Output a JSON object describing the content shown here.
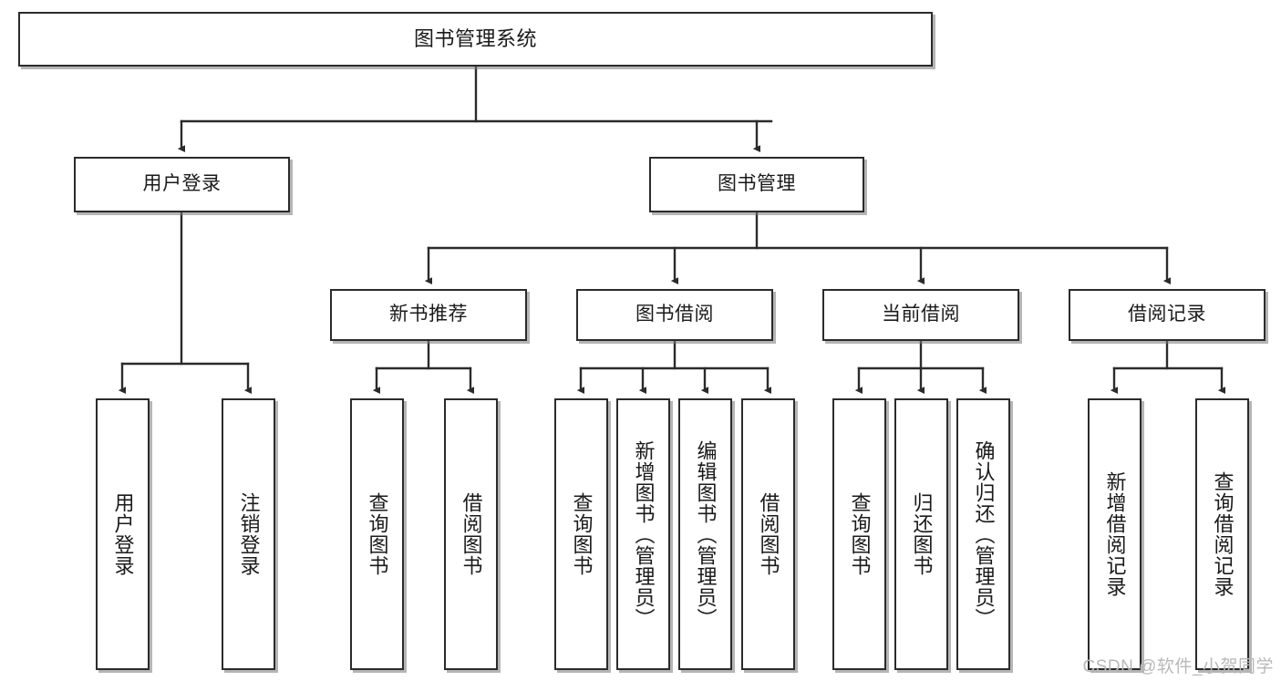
{
  "diagram": {
    "title": "图书管理系统",
    "type": "tree-hierarchy-chart",
    "colors": {
      "box_border": "#2b2b2b",
      "box_fill": "#ffffff",
      "connector": "#2b2b2b",
      "watermark": "#b9b9b9",
      "background": "#ffffff"
    },
    "root": {
      "label": "图书管理系统"
    },
    "level2": [
      {
        "label": "用户登录"
      },
      {
        "label": "图书管理"
      }
    ],
    "level3": [
      {
        "label": "新书推荐"
      },
      {
        "label": "图书借阅"
      },
      {
        "label": "当前借阅"
      },
      {
        "label": "借阅记录"
      }
    ],
    "leaves": {
      "user_login": [
        {
          "label": "用户登录"
        },
        {
          "label": "注销登录"
        }
      ],
      "new_book_recommend": [
        {
          "label": "查询图书"
        },
        {
          "label": "借阅图书"
        }
      ],
      "book_borrow": [
        {
          "label": "查询图书"
        },
        {
          "label": "新增图书（管理员）"
        },
        {
          "label": "编辑图书（管理员）"
        },
        {
          "label": "借阅图书"
        }
      ],
      "current_borrow": [
        {
          "label": "查询图书"
        },
        {
          "label": "归还图书"
        },
        {
          "label": "确认归还（管理员）"
        }
      ],
      "borrow_record": [
        {
          "label": "新增借阅记录"
        },
        {
          "label": "查询借阅记录"
        }
      ]
    }
  },
  "watermark": {
    "text": "CSDN @软件_小贺同学"
  }
}
